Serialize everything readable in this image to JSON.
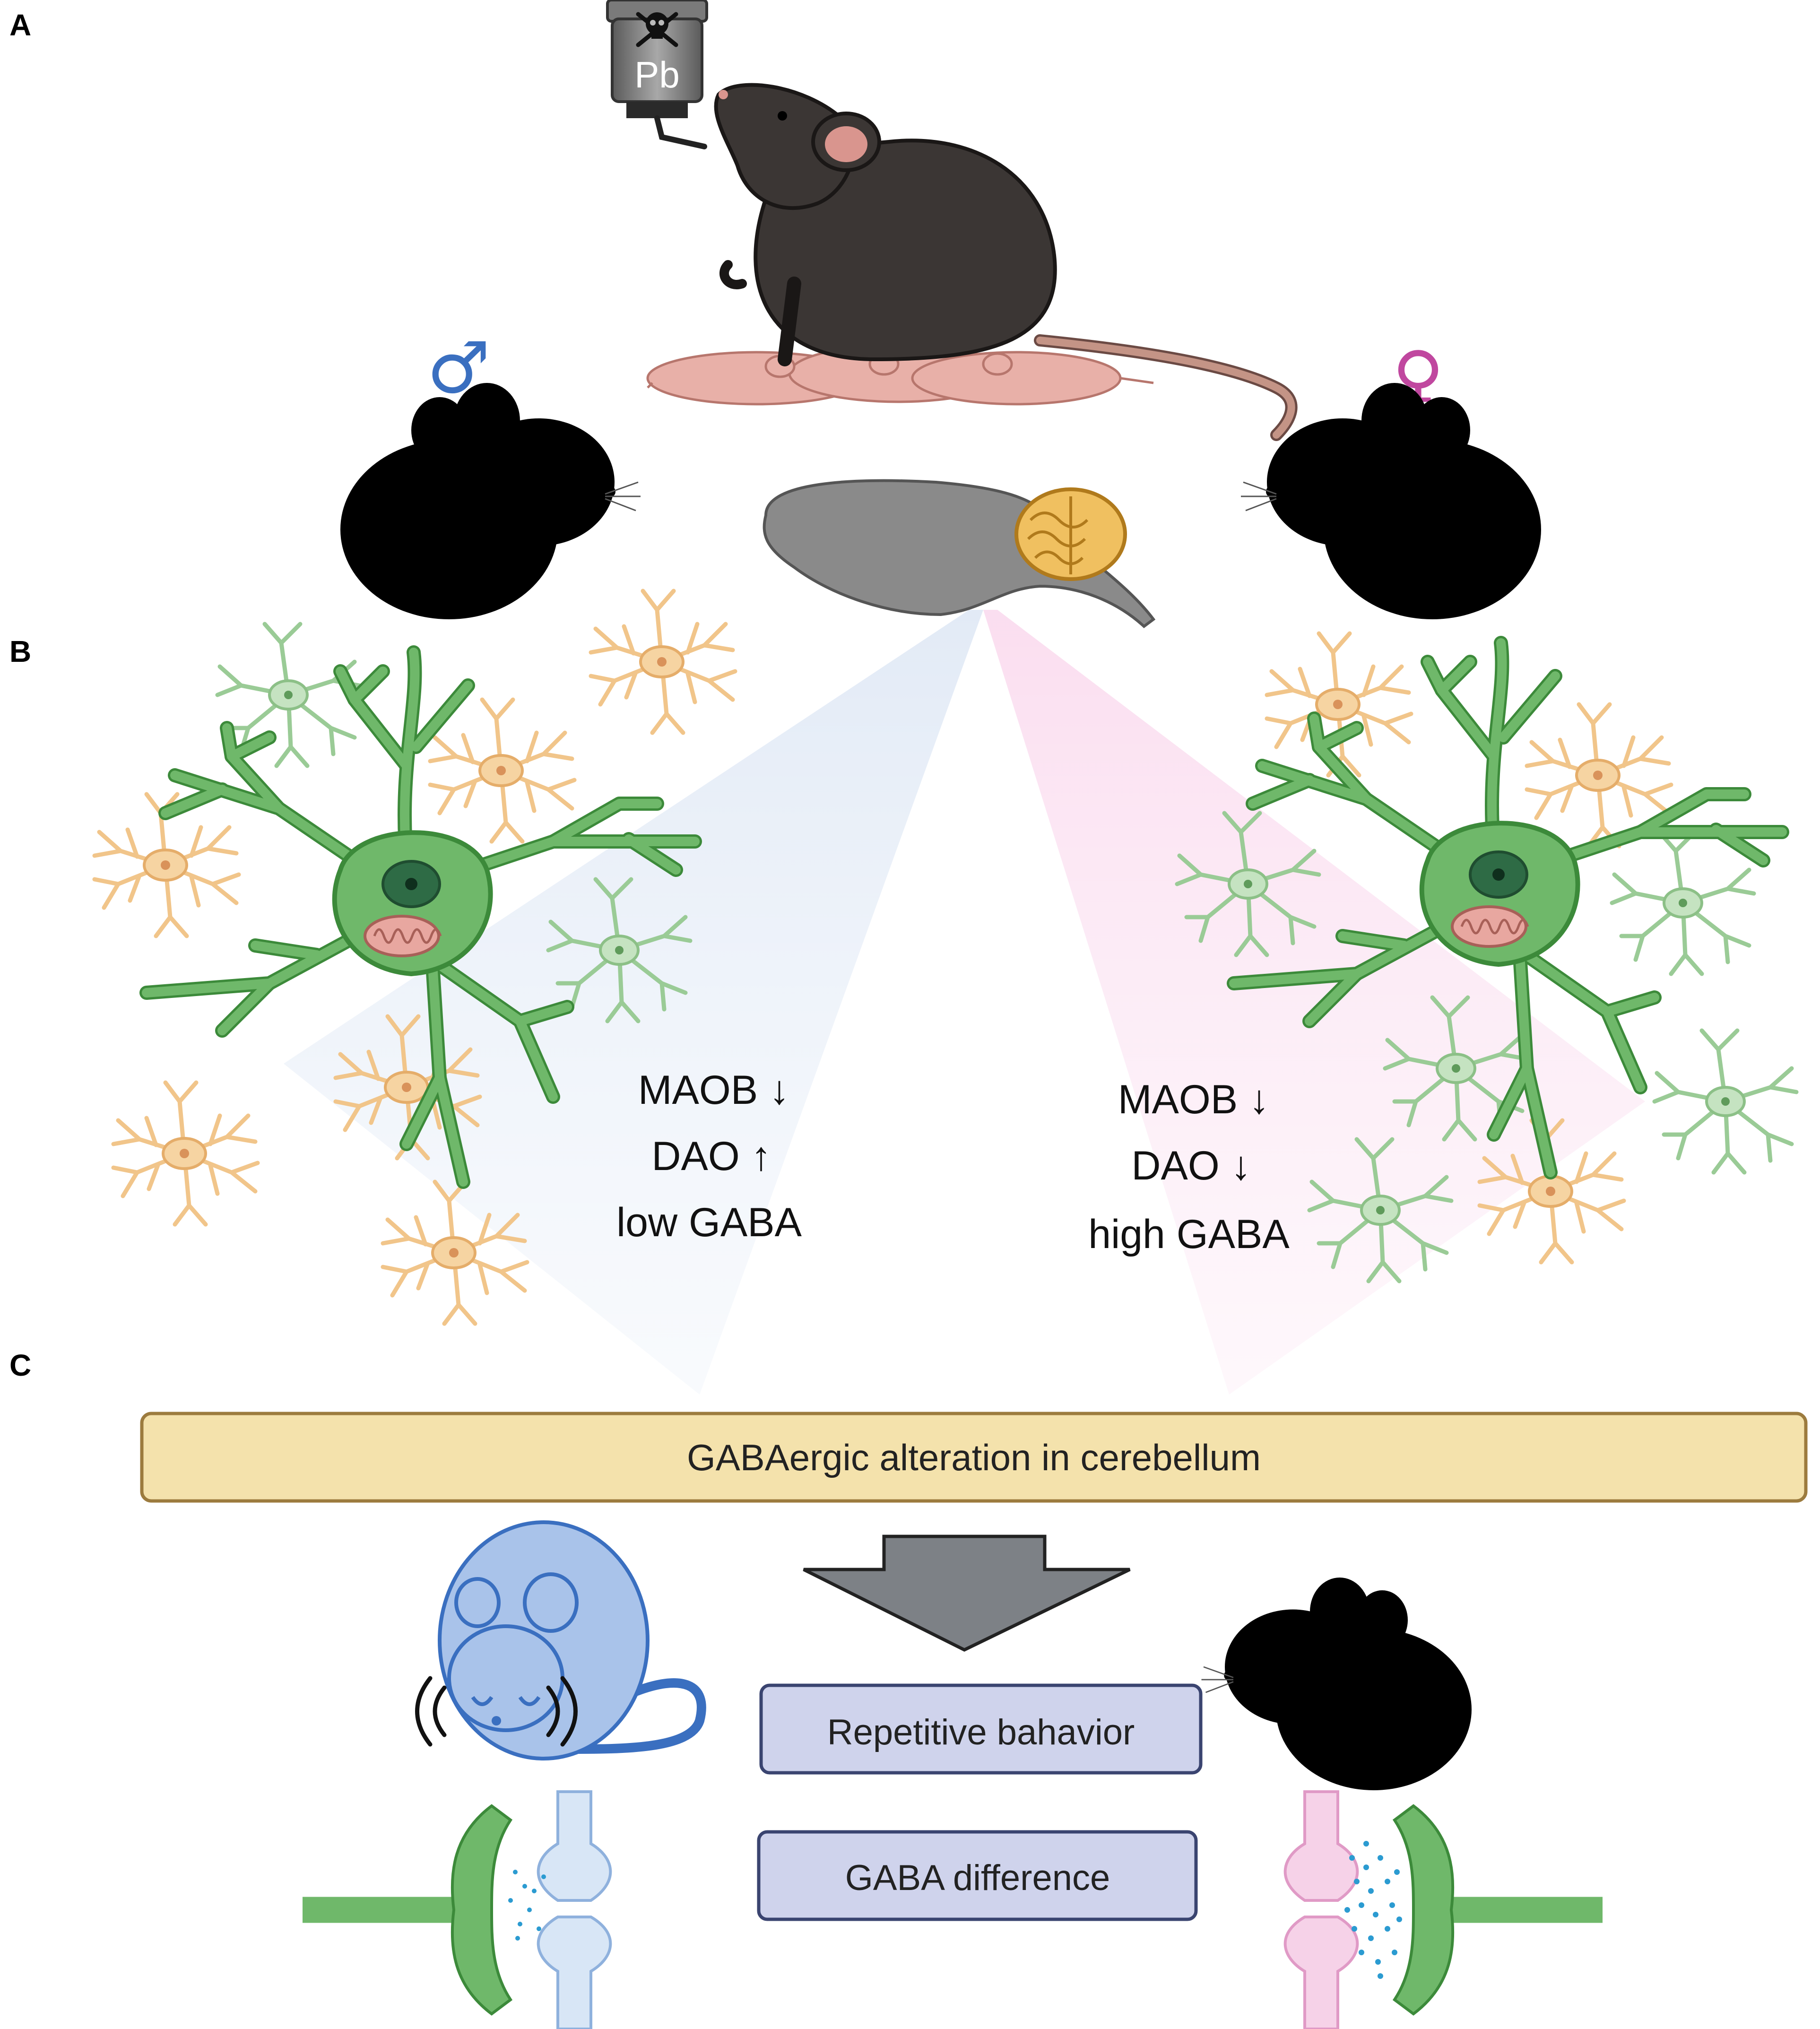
{
  "panels": {
    "a": {
      "label": "A"
    },
    "b": {
      "label": "B"
    },
    "c": {
      "label": "C"
    }
  },
  "exposure": {
    "bottle_text": "Pb",
    "hazard_icon": "skull-crossbones-icon"
  },
  "sex": {
    "male_symbol": "♂",
    "female_symbol": "♀"
  },
  "findings": {
    "male": [
      "MAOB ↓",
      "DAO ↑",
      "low GABA"
    ],
    "female": [
      "MAOB ↓",
      "DAO ↓",
      "high GABA"
    ]
  },
  "outcome": {
    "banner": "GABAergic alteration in cerebellum",
    "box_behavior": "Repetitive bahavior",
    "box_gaba": "GABA difference"
  },
  "colors": {
    "male": "#7fa8df",
    "male_dark": "#3a6fc0",
    "female": "#e89ad0",
    "female_dark": "#b5479a",
    "neuron": "#6fb86a",
    "neuron_dark": "#3c8a3a",
    "astrocyte": "#f1c58a",
    "banner_fill": "#f4e2ac",
    "banner_stroke": "#9c7b3e",
    "box_fill": "#cfd3ec",
    "box_stroke": "#3a4470",
    "arrow": "#7d8186",
    "gaba_dot": "#2b9bd1"
  }
}
